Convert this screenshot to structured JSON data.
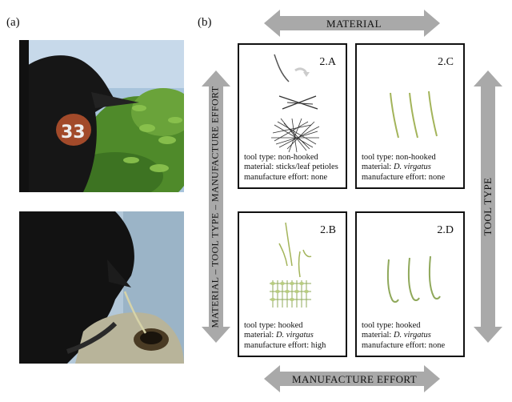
{
  "labels": {
    "a": "(a)",
    "b": "(b)"
  },
  "arrows": {
    "material": "MATERIAL",
    "manufacture_effort": "MANUFACTURE EFFORT",
    "tool_type": "TOOL TYPE",
    "combined": "MATERIAL – TOOL TYPE – MANUFACTURE EFFORT"
  },
  "photos": {
    "band_number": "33"
  },
  "panels": [
    {
      "id": "2.A",
      "tool_type": "tool type: non-hooked",
      "material_prefix": "material: ",
      "material_value": "sticks/leaf petioles",
      "effort": "manufacture effort: none"
    },
    {
      "id": "2.C",
      "tool_type": "tool type: non-hooked",
      "material_prefix": "material: ",
      "material_value": "D. virgatus",
      "effort": "manufacture effort: none"
    },
    {
      "id": "2.B",
      "tool_type": "tool type: hooked",
      "material_prefix": "material: ",
      "material_value": "D. virgatus",
      "effort": "manufacture effort: high"
    },
    {
      "id": "2.D",
      "tool_type": "tool type: hooked",
      "material_prefix": "material: ",
      "material_value": "D. virgatus",
      "effort": "manufacture effort: none"
    }
  ],
  "colors": {
    "arrow_gray": "#a9a9a9",
    "stick_green": "#a3b45a"
  }
}
